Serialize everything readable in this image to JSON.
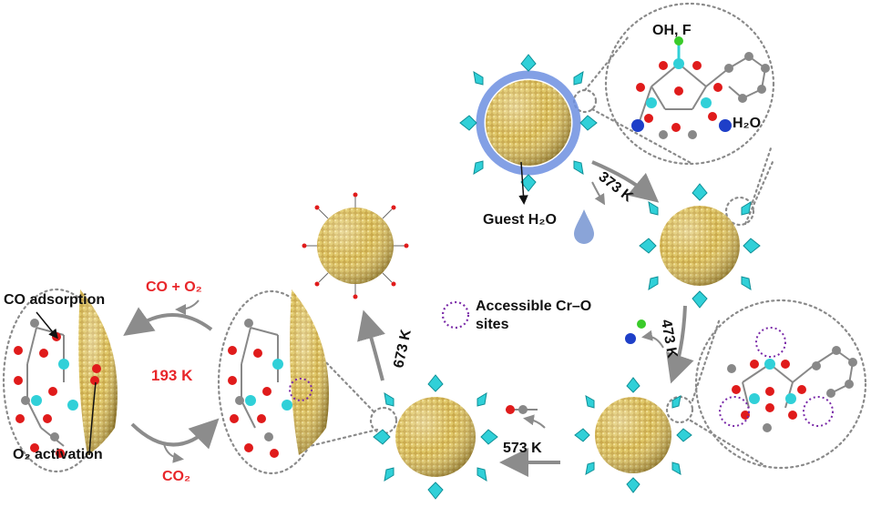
{
  "labels": {
    "oh_f": "OH, F",
    "h2o": "H₂O",
    "guest_h2o": "Guest H₂O",
    "t373": "373 K",
    "t473": "473 K",
    "t573": "573 K",
    "t673": "673 K",
    "t193": "193 K",
    "co_o2": "CO + O₂",
    "co2": "CO₂",
    "co_adsorption": "CO adsorption",
    "o2_activation": "O₂ activation",
    "accessible_line1": "Accessible Cr–O",
    "accessible_line2": "sites"
  },
  "colors": {
    "sphere": "#c9a84a",
    "cr_node": "#30d0d8",
    "oxygen": "#e01b1b",
    "carbon": "#8a8a8a",
    "fluoride": "#3acb2a",
    "water": "#1e3fc8",
    "accent_text": "#e8262a",
    "arrow": "#8c8c8c",
    "dotted": "#8a8a8a",
    "site_marker": "#7a2aa8",
    "shell": "#6d8fe0"
  }
}
